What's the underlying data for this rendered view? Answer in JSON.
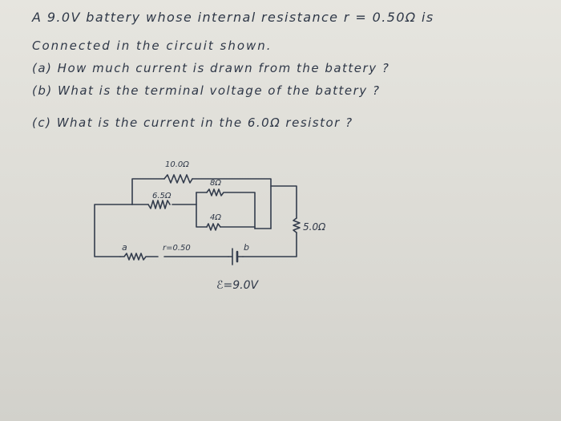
{
  "problem": {
    "line1": "A 9.0V battery whose internal resistance r = 0.50Ω is",
    "line2": "Connected in the circuit shown.",
    "part_a": "(a) How much current is drawn from the battery ?",
    "part_b": "(b) What is the terminal voltage of the battery ?",
    "part_c": "(c) What is the current in the 6.0Ω resistor ?"
  },
  "circuit": {
    "r10_label": "10.0Ω",
    "r8_label": "8Ω",
    "r6_label": "6.5Ω",
    "r4_label": "4Ω",
    "r5_label": "5.0Ω",
    "rint_label": "r=0.50",
    "node_a": "a",
    "node_b": "b",
    "emf_label": "ℰ=9.0V"
  },
  "colors": {
    "ink": "#2f3848",
    "paper": "#e2e1db"
  }
}
